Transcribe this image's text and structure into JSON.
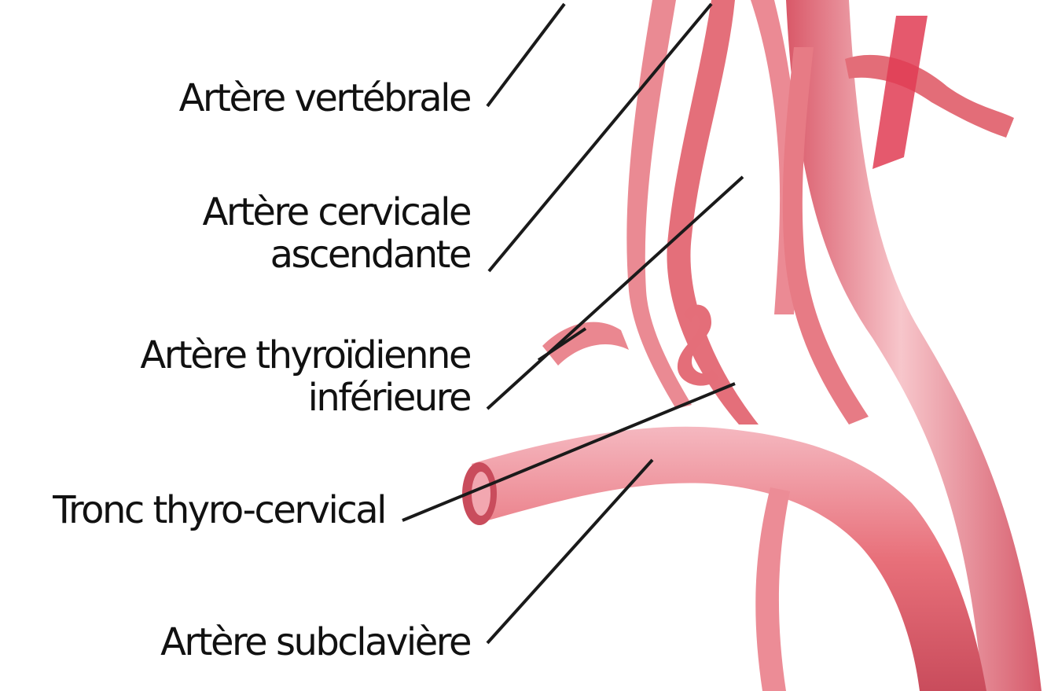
{
  "labels": {
    "vertebrale": "Artère vertébrale",
    "cervicale_1": "Artère cervicale",
    "cervicale_2": "ascendante",
    "thyroidienne_1": "Artère thyroïdienne",
    "thyroidienne_2": "inférieure",
    "tronc": "Tronc thyro-cervical",
    "subclaviere": "Artère subclavière"
  },
  "colors": {
    "artery": "#e8707a",
    "artery_shadow": "#c94c5c",
    "artery_highlight": "#fbd4d8",
    "leader_line": "#1a1a1a"
  }
}
